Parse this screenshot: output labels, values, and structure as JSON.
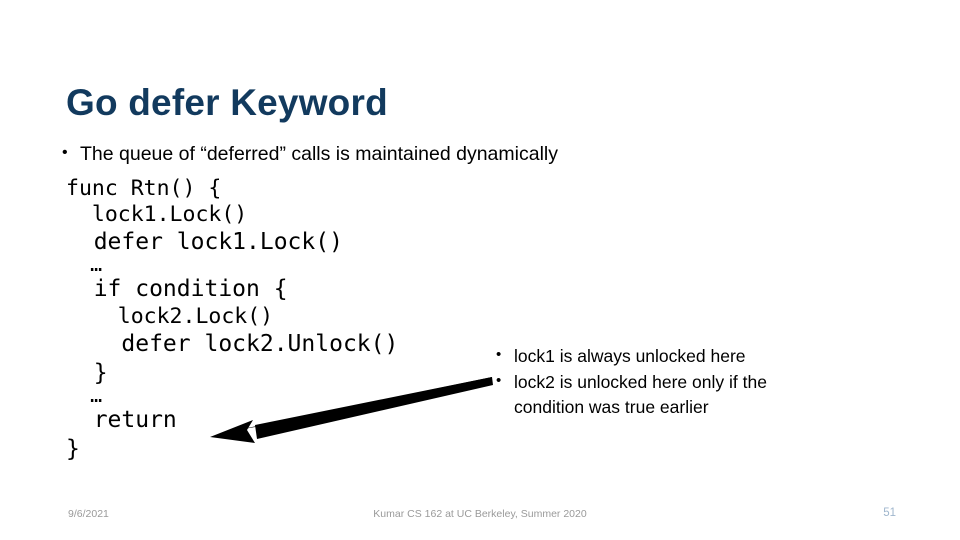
{
  "slide": {
    "title": "Go defer Keyword",
    "intro_bullet": {
      "marker": "•",
      "text": "The queue of “deferred” calls is maintained dynamically"
    },
    "code": {
      "language": "go",
      "lines": [
        {
          "text": "func Rtn() {",
          "size": "mid"
        },
        {
          "text": "  lock1.Lock()",
          "size": "mid"
        },
        {
          "text": "  defer lock1.Lock()",
          "size": "big"
        },
        {
          "text": "  …",
          "size": "ellipsis"
        },
        {
          "text": "  if condition {",
          "size": "big"
        },
        {
          "text": "    lock2.Lock()",
          "size": "mid"
        },
        {
          "text": "    defer lock2.Unlock()",
          "size": "big"
        },
        {
          "text": "  }",
          "size": "big"
        },
        {
          "text": "  …",
          "size": "ellipsis"
        },
        {
          "text": "  return",
          "size": "big"
        },
        {
          "text": "}",
          "size": "big"
        }
      ]
    },
    "annotation": {
      "marker": "•",
      "items": [
        "lock1 is always unlocked here",
        "lock2 is unlocked here only if the condition was true earlier"
      ]
    },
    "arrow": {
      "label": "points-to-return"
    },
    "footer": {
      "date": "9/6/2021",
      "center": "Kumar CS 162 at UC Berkeley, Summer 2020",
      "page_number": "51"
    },
    "colors": {
      "title": "#123A5E",
      "body_text": "#000000",
      "footer_text": "#9a9a9a",
      "page_number": "#9fb6cd",
      "arrow": "#000000",
      "background": "#ffffff"
    }
  }
}
